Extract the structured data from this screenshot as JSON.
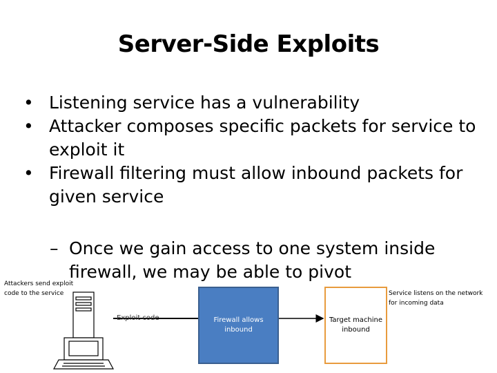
{
  "title": "Server-Side Exploits",
  "bullets": [
    "Listening service has a vulnerability",
    "Attacker composes specific packets for service to exploit it",
    "Firewall filtering must allow inbound packets for given service"
  ],
  "bullet_char": "•",
  "sub_bullet": "Once we gain access to one system inside firewall, we may be able to pivot",
  "sub_dash": "–",
  "diagram": {
    "attacker_label": "Attackers send exploit code to the service",
    "edge_label": "Exploit code",
    "firewall_label": "Firewall allows inbound",
    "target_label": "Target machine inbound",
    "listens_label": "Service listens on the network for incoming data",
    "firewall_color": "#4a7ec2",
    "target_border_color": "#e89b3d"
  }
}
